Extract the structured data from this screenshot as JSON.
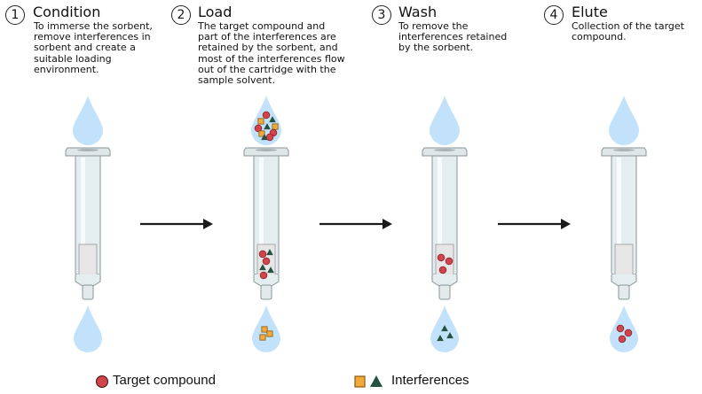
{
  "steps": [
    {
      "number": "1",
      "title": "Condition",
      "description": "To immerse the sorbent,\nremove interferences in\nsorbent and create a\nsuitable loading\nenvironment.",
      "input_drop": [],
      "sorbent": [],
      "output_drop": []
    },
    {
      "number": "2",
      "title": "Load",
      "description": "The target compound and\npart of the interferences are\nretained by the sorbent, and\nmost of the interferences flow\nout of the cartridge with the\nsample solvent.",
      "input_drop": [
        "circle",
        "triangle",
        "square",
        "circle",
        "triangle",
        "square",
        "square",
        "triangle",
        "circle",
        "circle"
      ],
      "sorbent": [
        "circle",
        "triangle",
        "circle",
        "triangle",
        "triangle",
        "circle"
      ],
      "output_drop": [
        "square",
        "square",
        "square"
      ]
    },
    {
      "number": "3",
      "title": "Wash",
      "description": "To remove the\ninterferences retained\nby the sorbent.",
      "input_drop": [],
      "sorbent": [
        "circle",
        "circle",
        "circle"
      ],
      "output_drop": [
        "triangle",
        "triangle",
        "triangle"
      ]
    },
    {
      "number": "4",
      "title": "Elute",
      "description": "Collection of the target\ncompound.",
      "input_drop": [],
      "sorbent": [],
      "output_drop": [
        "circle",
        "circle",
        "circle"
      ]
    }
  ],
  "legend": {
    "target_label": "Target compound",
    "interferences_label": "Interferences"
  },
  "colors": {
    "drop": "#c2e2fb",
    "target": "#d0454c",
    "target_stroke": "#8e1f25",
    "square": "#f0a93b",
    "square_stroke": "#8a5a10",
    "triangle": "#245240",
    "tube": "#e4eef0",
    "tube_stroke": "#8a9496",
    "sorbent": "#e6e6e6",
    "arrow": "#1a1a1a"
  }
}
